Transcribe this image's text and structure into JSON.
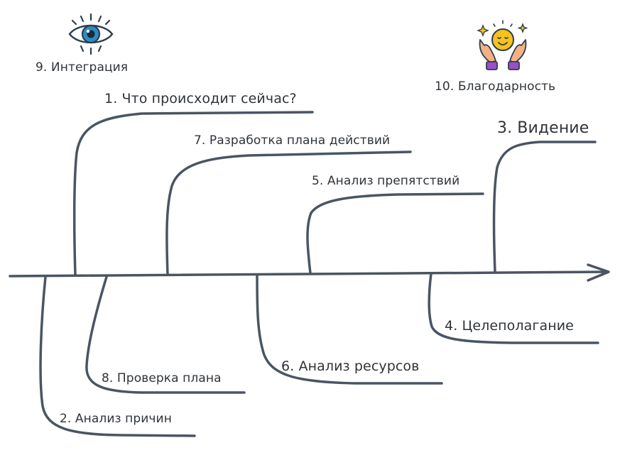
{
  "diagram": {
    "line_color": "#4a5563",
    "labels": {
      "integration": "9. Интеграция",
      "gratitude": "10. Благодарность",
      "step1": "1. Что происходит сейчас?",
      "step7": "7. Разработка плана действий",
      "step3": "3. Видение",
      "step5": "5. Анализ препятствий",
      "step4": "4. Целеполагание",
      "step6": "6. Анализ ресурсов",
      "step8": "8. Проверка плана",
      "step2": "2. Анализ причин"
    },
    "icons": {
      "integration": "eye-icon",
      "gratitude": "smiling-sun-in-hands-icon"
    }
  }
}
